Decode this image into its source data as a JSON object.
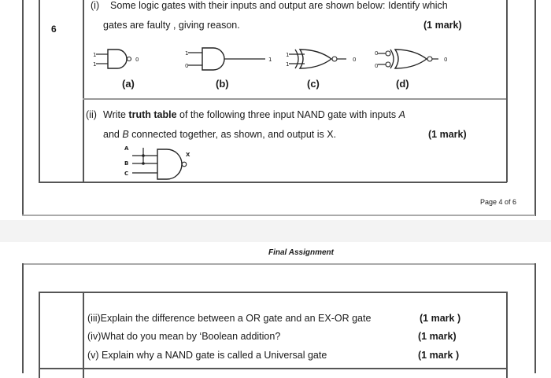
{
  "question_number": "6",
  "q1": {
    "label": "(i)",
    "text_line1": "Some logic gates with their inputs and output are shown below: Identify which",
    "text_line2": "gates are faulty , giving reason.",
    "marks": "(1 mark)",
    "gates": [
      {
        "label": "(a)",
        "type": "AND",
        "inputs": [
          "1",
          "1"
        ],
        "output": "0"
      },
      {
        "label": "(b)",
        "type": "AND",
        "inputs": [
          "1",
          "0"
        ],
        "output": "1"
      },
      {
        "label": "(c)",
        "type": "XOR",
        "inputs": [
          "1",
          "1"
        ],
        "output": "0"
      },
      {
        "label": "(d)",
        "type": "XOR",
        "inputs": [
          "0",
          "0"
        ],
        "output": "0"
      }
    ]
  },
  "q2": {
    "label": "(ii)",
    "text_line1_a": "Write ",
    "text_line1_b": "truth table",
    "text_line1_c": " of the following three input ",
    "text_line1_d": "NAND",
    "text_line1_e": " gate with inputs ",
    "text_line1_f": "A",
    "text_line2_a": "and ",
    "text_line2_b": "B",
    "text_line2_c": " connected together, as shown, and output is X.",
    "marks": "(1 mark)",
    "input_labels": [
      "A",
      "B",
      "C"
    ],
    "output_label": "X"
  },
  "page_number": "Page 4 of 6",
  "footer_title": "Final Assignment",
  "q3": {
    "label": "(iii)",
    "text": "Explain  the difference between  a OR gate and an  EX-OR gate",
    "marks": "(1 mark )"
  },
  "q4": {
    "label": "(iv)",
    "text": "What do you mean by ‘Boolean addition?",
    "marks": "(1 mark)"
  },
  "q5": {
    "label": "(v)",
    "text": " Explain why a  NAND gate is called a  Universal gate",
    "marks": "(1 mark )"
  }
}
